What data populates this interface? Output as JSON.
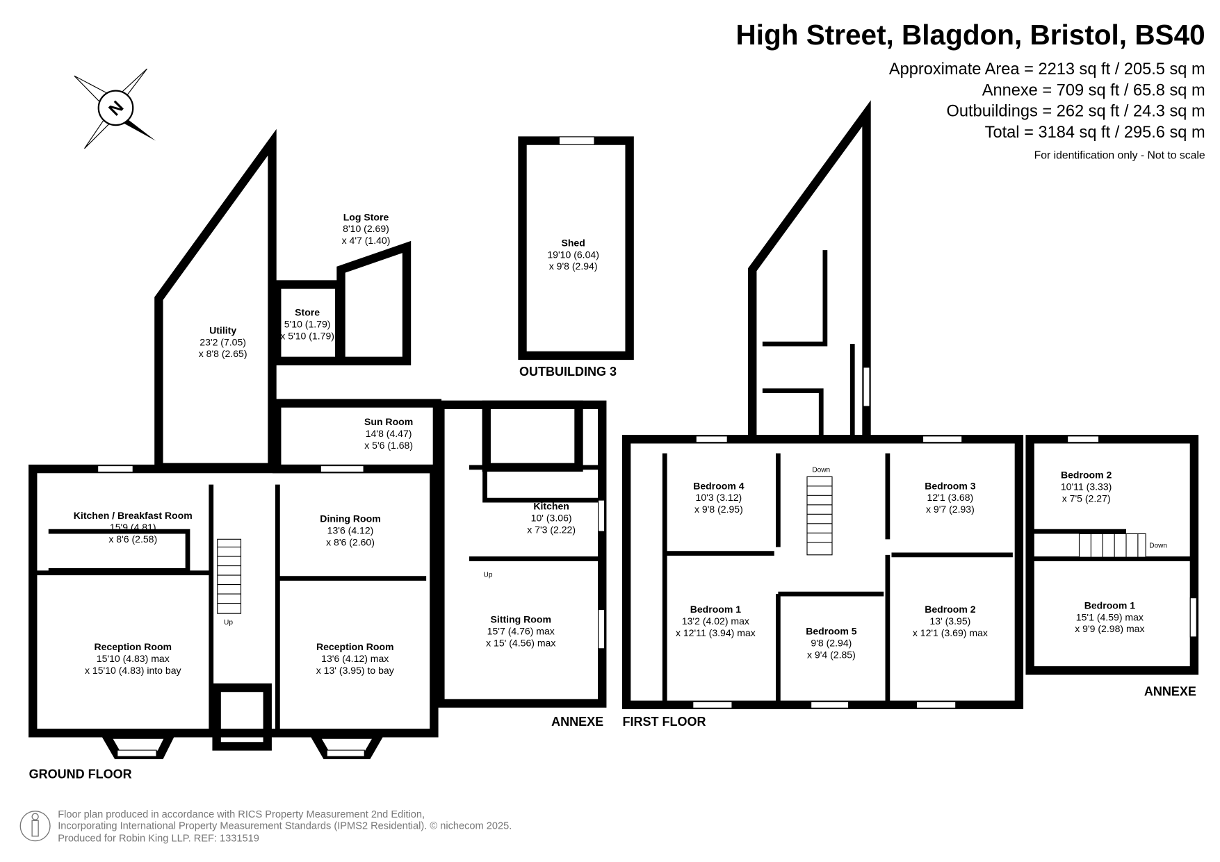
{
  "header": {
    "title": "High Street, Blagdon, Bristol, BS40",
    "areas": [
      "Approximate Area = 2213 sq ft / 205.5 sq m",
      "Annexe = 709 sq ft / 65.8 sq m",
      "Outbuildings = 262 sq ft / 24.3 sq m",
      "Total = 3184 sq ft / 295.6 sq m"
    ],
    "note": "For identification only - Not to scale"
  },
  "compass": {
    "label": "N"
  },
  "ground_floor": {
    "label": "GROUND FLOOR",
    "annexe_label": "ANNEXE",
    "rooms": {
      "utility": {
        "name": "Utility",
        "dim1": "23'2 (7.05)",
        "dim2": "x 8'8 (2.65)"
      },
      "log_store": {
        "name": "Log Store",
        "dim1": "8'10 (2.69)",
        "dim2": "x 4'7 (1.40)"
      },
      "store": {
        "name": "Store",
        "dim1": "5'10 (1.79)",
        "dim2": "x 5'10 (1.79)"
      },
      "sun_room": {
        "name": "Sun Room",
        "dim1": "14'8 (4.47)",
        "dim2": "x 5'6 (1.68)"
      },
      "kitchen_breakfast": {
        "name": "Kitchen / Breakfast Room",
        "dim1": "15'9 (4.81)",
        "dim2": "x 8'6 (2.58)"
      },
      "dining": {
        "name": "Dining Room",
        "dim1": "13'6 (4.12)",
        "dim2": "x 8'6 (2.60)"
      },
      "reception_left": {
        "name": "Reception Room",
        "dim1": "15'10 (4.83) max",
        "dim2": "x 15'10 (4.83) into bay"
      },
      "reception_right": {
        "name": "Reception Room",
        "dim1": "13'6 (4.12) max",
        "dim2": "x 13' (3.95) to bay"
      },
      "annexe_kitchen": {
        "name": "Kitchen",
        "dim1": "10' (3.06)",
        "dim2": "x 7'3 (2.22)"
      },
      "sitting": {
        "name": "Sitting Room",
        "dim1": "15'7 (4.76) max",
        "dim2": "x 15' (4.56) max"
      }
    },
    "stairs_main": "Up",
    "stairs_annexe": "Up"
  },
  "outbuilding": {
    "label": "OUTBUILDING 3",
    "shed": {
      "name": "Shed",
      "dim1": "19'10 (6.04)",
      "dim2": "x 9'8 (2.94)"
    }
  },
  "first_floor": {
    "label": "FIRST FLOOR",
    "annexe_label": "ANNEXE",
    "stairs_main": "Down",
    "stairs_annexe": "Down",
    "rooms": {
      "bedroom4": {
        "name": "Bedroom 4",
        "dim1": "10'3 (3.12)",
        "dim2": "x 9'8 (2.95)"
      },
      "bedroom3": {
        "name": "Bedroom 3",
        "dim1": "12'1 (3.68)",
        "dim2": "x 9'7 (2.93)"
      },
      "bedroom1": {
        "name": "Bedroom 1",
        "dim1": "13'2 (4.02) max",
        "dim2": "x 12'11 (3.94) max"
      },
      "bedroom5": {
        "name": "Bedroom 5",
        "dim1": "9'8 (2.94)",
        "dim2": "x 9'4 (2.85)"
      },
      "bedroom2": {
        "name": "Bedroom 2",
        "dim1": "13' (3.95)",
        "dim2": "x 12'1 (3.69) max"
      },
      "annexe_bedroom2": {
        "name": "Bedroom 2",
        "dim1": "10'11 (3.33)",
        "dim2": "x 7'5 (2.27)"
      },
      "annexe_bedroom1": {
        "name": "Bedroom 1",
        "dim1": "15'1 (4.59) max",
        "dim2": "x 9'9 (2.98) max"
      }
    }
  },
  "footer": {
    "lines": [
      "Floor plan produced in accordance with RICS Property Measurement 2nd Edition,",
      "Incorporating International Property Measurement Standards (IPMS2 Residential).   © nichecom 2025.",
      "Produced for Robin King LLP.   REF:  1331519"
    ]
  }
}
